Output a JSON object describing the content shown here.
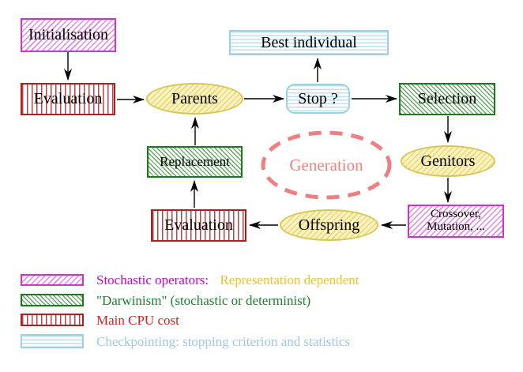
{
  "palette": {
    "magenta_border": "#cc33cc",
    "magenta_hatch": "#e089e0",
    "green_border": "#1c7a1c",
    "green_hatch": "#60a760",
    "red_border": "#a32222",
    "red_stripe": "#bb4343",
    "blue_border": "#9fcfe2",
    "blue_stripe": "#bedfee",
    "yellow_border": "#d8c653",
    "yellow_fill": "#faf3c0",
    "yellow_hatch": "#e8d77c",
    "coral_dashed": "#f08080",
    "arrow_black": "#000000"
  },
  "diagram": {
    "nodes": {
      "initialisation": "Initialisation",
      "evaluation_top": "Evaluation",
      "parents": "Parents",
      "best_individual": "Best individual",
      "stop": "Stop ?",
      "selection": "Selection",
      "genitors": "Genitors",
      "crossover_line1": "Crossover,",
      "crossover_line2": "Mutation, ...",
      "offspring": "Offspring",
      "evaluation_bottom": "Evaluation",
      "replacement": "Replacement",
      "generation": "Generation"
    },
    "edges": [
      {
        "from": "Initialisation",
        "to": "Evaluation"
      },
      {
        "from": "Evaluation",
        "to": "Parents"
      },
      {
        "from": "Parents",
        "to": "Stop ?"
      },
      {
        "from": "Stop ?",
        "to": "Best individual"
      },
      {
        "from": "Stop ?",
        "to": "Selection"
      },
      {
        "from": "Selection",
        "to": "Genitors"
      },
      {
        "from": "Genitors",
        "to": "Crossover, Mutation, ..."
      },
      {
        "from": "Crossover, Mutation, ...",
        "to": "Offspring"
      },
      {
        "from": "Offspring",
        "to": "Evaluation"
      },
      {
        "from": "Evaluation",
        "to": "Replacement"
      },
      {
        "from": "Replacement",
        "to": "Parents"
      }
    ]
  },
  "legend": {
    "items": [
      {
        "swatch": "magenta-diagonal-hatch",
        "segments": [
          {
            "text": "Stochastic operators:",
            "color": "#cc00cc"
          },
          {
            "text": "Representation dependent",
            "color": "#eec41e"
          }
        ]
      },
      {
        "swatch": "green-diagonal-hatch",
        "segments": [
          {
            "text": "\"Darwinism\" (stochastic or determinist)",
            "color": "#1a8032"
          }
        ]
      },
      {
        "swatch": "red-vertical-stripes",
        "segments": [
          {
            "text": "Main CPU cost",
            "color": "#cc2222"
          }
        ]
      },
      {
        "swatch": "blue-horizontal-stripes",
        "segments": [
          {
            "text": "Checkpointing: stopping criterion and statistics",
            "color": "#9ccade"
          }
        ]
      }
    ]
  }
}
